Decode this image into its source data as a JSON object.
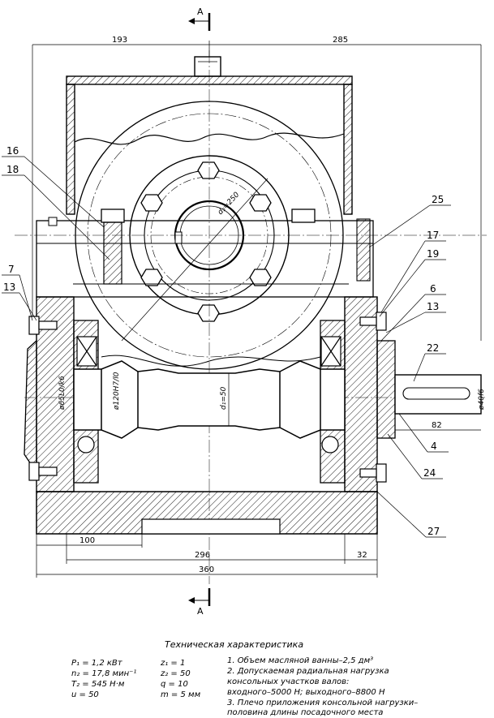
{
  "section": {
    "mark": "A"
  },
  "dims": {
    "d193": "193",
    "d285": "285",
    "d100": "100",
    "d296": "296",
    "d32": "32",
    "d360": "360",
    "d82": "82",
    "d40": "ø40f6",
    "d65": "ø65L0/k6",
    "d120": "ø120H7/l0",
    "dd1": "d₁=50",
    "dd2": "d₂=250"
  },
  "positions": [
    "16",
    "18",
    "7",
    "13",
    "25",
    "17",
    "19",
    "6",
    "13",
    "22",
    "4",
    "24",
    "27"
  ],
  "tech": {
    "title": "Техническая характеристика",
    "p1": "P₁ = 1,2   кВт",
    "n2": "n₂ = 17,8  мин⁻¹",
    "t2": "T₂ = 545  Н·м",
    "u": "u   = 50",
    "z1": "z₁ = 1",
    "z2": "z₂ = 50",
    "q": "q   = 10",
    "m": "m = 5  мм",
    "notes": [
      "1.  Объем масляной ванны–2,5 дм³",
      "2.  Допускаемая радиальная нагрузка",
      "     консольных участков валов:",
      "     входного–5000 Н; выходного–8800 Н",
      "3.  Плечо приложения консольной нагрузки–",
      "     половина длины посадочного места"
    ]
  }
}
